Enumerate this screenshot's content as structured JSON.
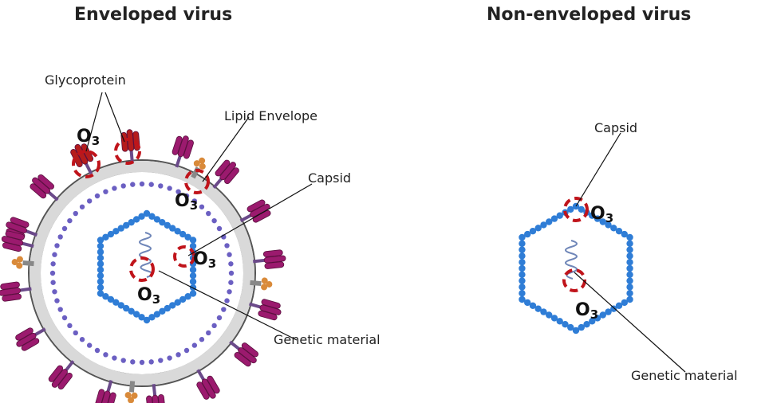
{
  "titles": {
    "enveloped": "Enveloped virus",
    "non_enveloped": "Non-enveloped virus"
  },
  "labels": {
    "glycoprotein": "Glycoprotein",
    "lipid_envelope": "Lipid Envelope",
    "capsid_left": "Capsid",
    "genetic_material_left": "Genetic material",
    "capsid_right": "Capsid",
    "genetic_material_right": "Genetic material"
  },
  "ozone": {
    "symbol": "O",
    "subscript": "3"
  },
  "colors": {
    "glycoprotein": "#9b1a6e",
    "glycoprotein_oxidized": "#b51c1c",
    "ozone_arc": "#c0141b",
    "envelope_ring": "#dcdcdc",
    "inner_capsid_dots": "#6b5fc2",
    "capsid_dots": "#2f7dd6",
    "lipid_anchor": "#d98a3a"
  }
}
